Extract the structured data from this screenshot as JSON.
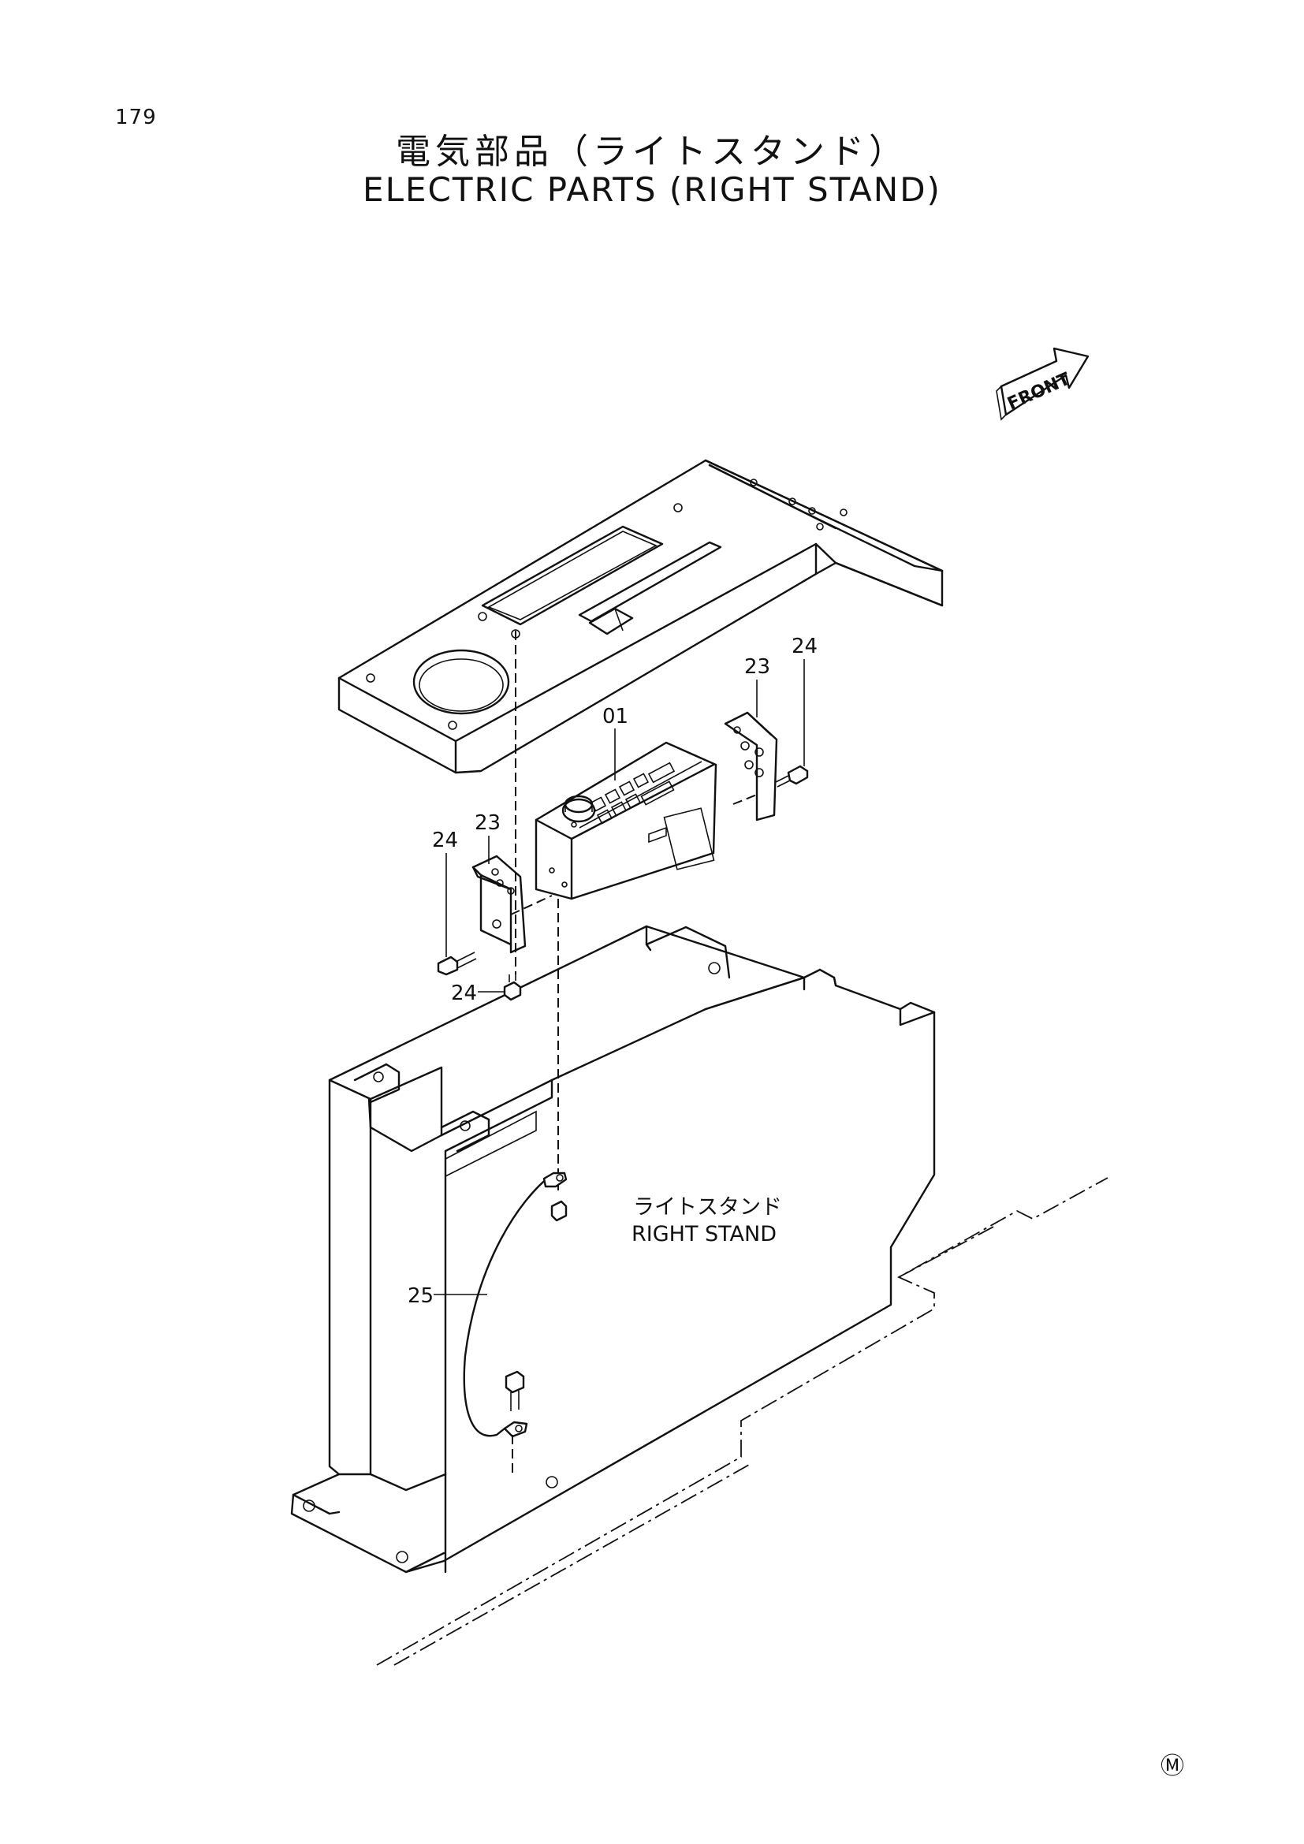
{
  "page_number": "179",
  "title_jp": "電気部品（ライトスタンド）",
  "title_en": "ELECTRIC PARTS (RIGHT STAND)",
  "front_marker": "FRONT",
  "stand_label_jp": "ライトスタンド",
  "stand_label_en": "RIGHT STAND",
  "callouts": {
    "part_01": "01",
    "part_23_right": "23",
    "part_24_right": "24",
    "part_23_left": "23",
    "part_24_left": "24",
    "part_24_bottom": "24",
    "part_25": "25"
  },
  "corner_mark": "Ⓜ"
}
